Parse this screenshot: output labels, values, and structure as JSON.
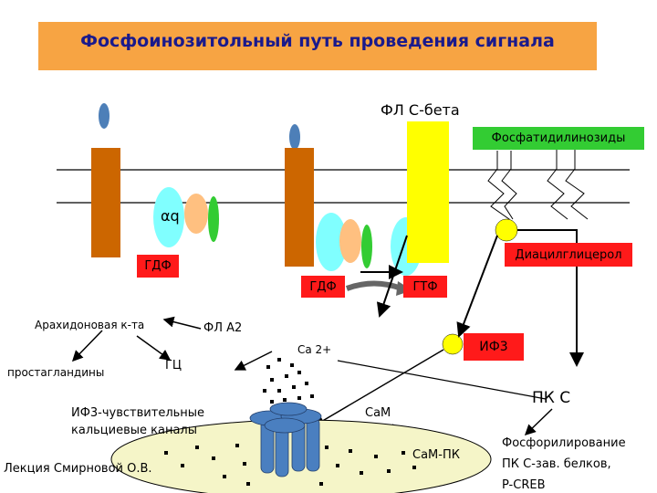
{
  "title": "Фосфоинозитольный путь проведения сигнала",
  "labels": {
    "plc_beta": "ФЛ С-бета",
    "phosphatidylinositides": "Фосфатидилинозиды",
    "alpha_q": "αq",
    "diacylglycerol": "Диацилглицерол",
    "gdp_left": "ГДФ",
    "gdp_mid": "ГДФ",
    "gtp": "ГТФ",
    "arachidonic_acid": "Арахидоновая к-та",
    "pla2": "ФЛ А2",
    "prostaglandins": "простагландины",
    "gc": "ГЦ",
    "ca2": "Ca 2+",
    "ip3": "ИФ3",
    "ip3_channels_line1": "ИФ3-чувствительные",
    "ip3_channels_line2": "кальциевые каналы",
    "cam": "CaM",
    "pkc": "ПК С",
    "cam_pk": "CaM-ПК",
    "phosphorylation_line1": "Фосфорилирование",
    "phosphorylation_line2": "ПК С-зав. белков,",
    "phosphorylation_line3": "P-CREB",
    "lecture": "Лекция Смирновой О.В."
  },
  "colors": {
    "title_bg": "#f7a443",
    "title_text": "#1a1a8c",
    "receptor": "#cc6600",
    "receptor_cap": "#4d7fb8",
    "alpha_subunit": "#80ffff",
    "beta_subunit": "#ffc080",
    "gamma_subunit": "#33cc33",
    "plc_block": "#ffff00",
    "label_red": "#ff1a1a",
    "label_green": "#33cc33",
    "er": "#f5f5c8",
    "channel": "#4a7fc0"
  }
}
